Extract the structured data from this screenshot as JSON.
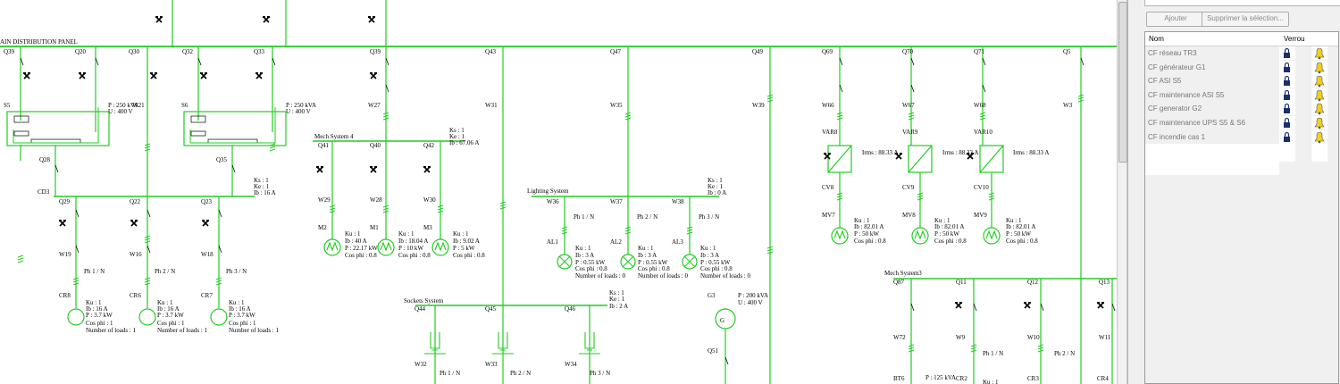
{
  "diagram": {
    "main_panel_label": "AIN DISTRIBUTION PANEL",
    "line_color": "#22cc22",
    "top_breakers": [
      "Q39",
      "Q20",
      "Q30",
      "Q32",
      "Q33",
      "Q39",
      "Q43",
      "Q47",
      "Q49",
      "Q69",
      "Q70",
      "Q71",
      "Q5"
    ],
    "feeders": [
      "W27",
      "W31",
      "W35",
      "W39",
      "W66",
      "W67",
      "W68",
      "W3"
    ],
    "left": {
      "s_left": "S5",
      "s_right": "S6",
      "s_left_rating": "P : 250 kVA",
      "s_left_voltage": "U : 400 V",
      "s_left_overlap": "W21",
      "s_right_rating": "P : 250 kVA",
      "s_right_voltage": "U : 400 V",
      "q_a": "Q28",
      "q_b": "Q35",
      "cd": "CD3",
      "ks": "Ks : 1",
      "ke": "Ke : 1",
      "ib": "Ib : 16 A",
      "breakers": [
        "Q29",
        "Q22",
        "Q23"
      ],
      "wires": [
        "W19",
        "W16",
        "W18"
      ],
      "phases": [
        "Ph 1 / N",
        "Ph 2 / N",
        "Ph 3 / N"
      ],
      "loads": [
        "CR8",
        "CR6",
        "CR7"
      ],
      "load_ku": "Ku : 1",
      "load_ib": "Ib : 16 A",
      "load_p": "P : 3.7 kW",
      "load_cos": "Cos phi : 1",
      "load_n": "Number of loads : 1"
    },
    "mech4": {
      "title": "Mech System 4",
      "ks": "Ks : 1",
      "ke": "Ke : 1",
      "ib": "Ib : 67.06 A",
      "breakers": [
        "Q41",
        "Q40",
        "Q42"
      ],
      "wires": [
        "W29",
        "W28",
        "W30"
      ],
      "motors": [
        "M2",
        "M1",
        "M3"
      ],
      "ku": [
        "Ku : 1",
        "Ku : 1",
        "Ku : 1"
      ],
      "ibs": [
        "Ib : 40 A",
        "Ib : 18.04 A",
        "Ib : 9.02 A"
      ],
      "ps": [
        "P : 22.17 kW",
        "P : 10 kW",
        "P : 5 kW"
      ],
      "cos": "Cos phi : 0.8"
    },
    "lighting": {
      "title": "Lighting System",
      "ks": "Ks : 1",
      "ke": "Ke : 1",
      "ib": "Ib : 0 A",
      "wires": [
        "W36",
        "W37",
        "W38"
      ],
      "phases": [
        "Ph 1 / N",
        "Ph 2 / N",
        "Ph 3 / N"
      ],
      "loads": [
        "AL1",
        "AL2",
        "AL3"
      ],
      "ku": "Ku : 1",
      "ib_l": "Ib : 3 A",
      "p": "P : 0.55 kW",
      "cos": "Cos phi : 0.8",
      "n": "Number of loads : 0"
    },
    "sockets": {
      "title": "Sockets System",
      "ks": "Ks : 1",
      "ke": "Ke : 1",
      "ib": "Ib : 2 A",
      "breakers": [
        "Q44",
        "Q45",
        "Q46"
      ],
      "wires": [
        "W32",
        "W33",
        "W34"
      ],
      "phases": [
        "Ph 1 / N",
        "Ph 2 / N",
        "Ph 3 / N"
      ]
    },
    "gen": {
      "label": "G3",
      "p": "P : 200 kVA",
      "u": "U : 400 V",
      "q": "Q51",
      "symbol": "G"
    },
    "vars": {
      "names": [
        "VAR8",
        "VAR9",
        "VAR10"
      ],
      "irms": "Irms : 88.33 A",
      "cvs": [
        "CV8",
        "CV9",
        "CV10"
      ],
      "motors": [
        "MV7",
        "MV8",
        "MV9"
      ],
      "ku": "Ku : 1",
      "ib": "Ib : 82.01 A",
      "p": "P : 50 kW",
      "cos": "Cos phi : 0.8"
    },
    "mech3": {
      "title": "Mech System3",
      "breakers": [
        "Q87",
        "Q11",
        "Q12",
        "Q13"
      ],
      "wires": [
        "W72",
        "W9",
        "W10",
        "W11"
      ],
      "phases": [
        "Ph 1 / N",
        "Ph 2 / N"
      ],
      "bottom": [
        "BT6",
        "P : 125 kVA",
        "CR2",
        "CR3",
        "CR4",
        "Ku : 1"
      ]
    }
  },
  "panel": {
    "add_button": "Ajouter",
    "delete_button": "Supprimer la sélection...",
    "col_name": "Nom",
    "col_lock": "Verrou",
    "rows": [
      {
        "name": "CF réseau TR3"
      },
      {
        "name": "CF générateur G1"
      },
      {
        "name": "CF ASI S5"
      },
      {
        "name": "CF maintenance ASI S5"
      },
      {
        "name": "CF generator G2"
      },
      {
        "name": "CF maintenance UPS S5  & S6"
      },
      {
        "name": "CF incendie cas 1"
      }
    ],
    "lock_color": "#1a2f6e",
    "bell_color": "#f0d020"
  }
}
